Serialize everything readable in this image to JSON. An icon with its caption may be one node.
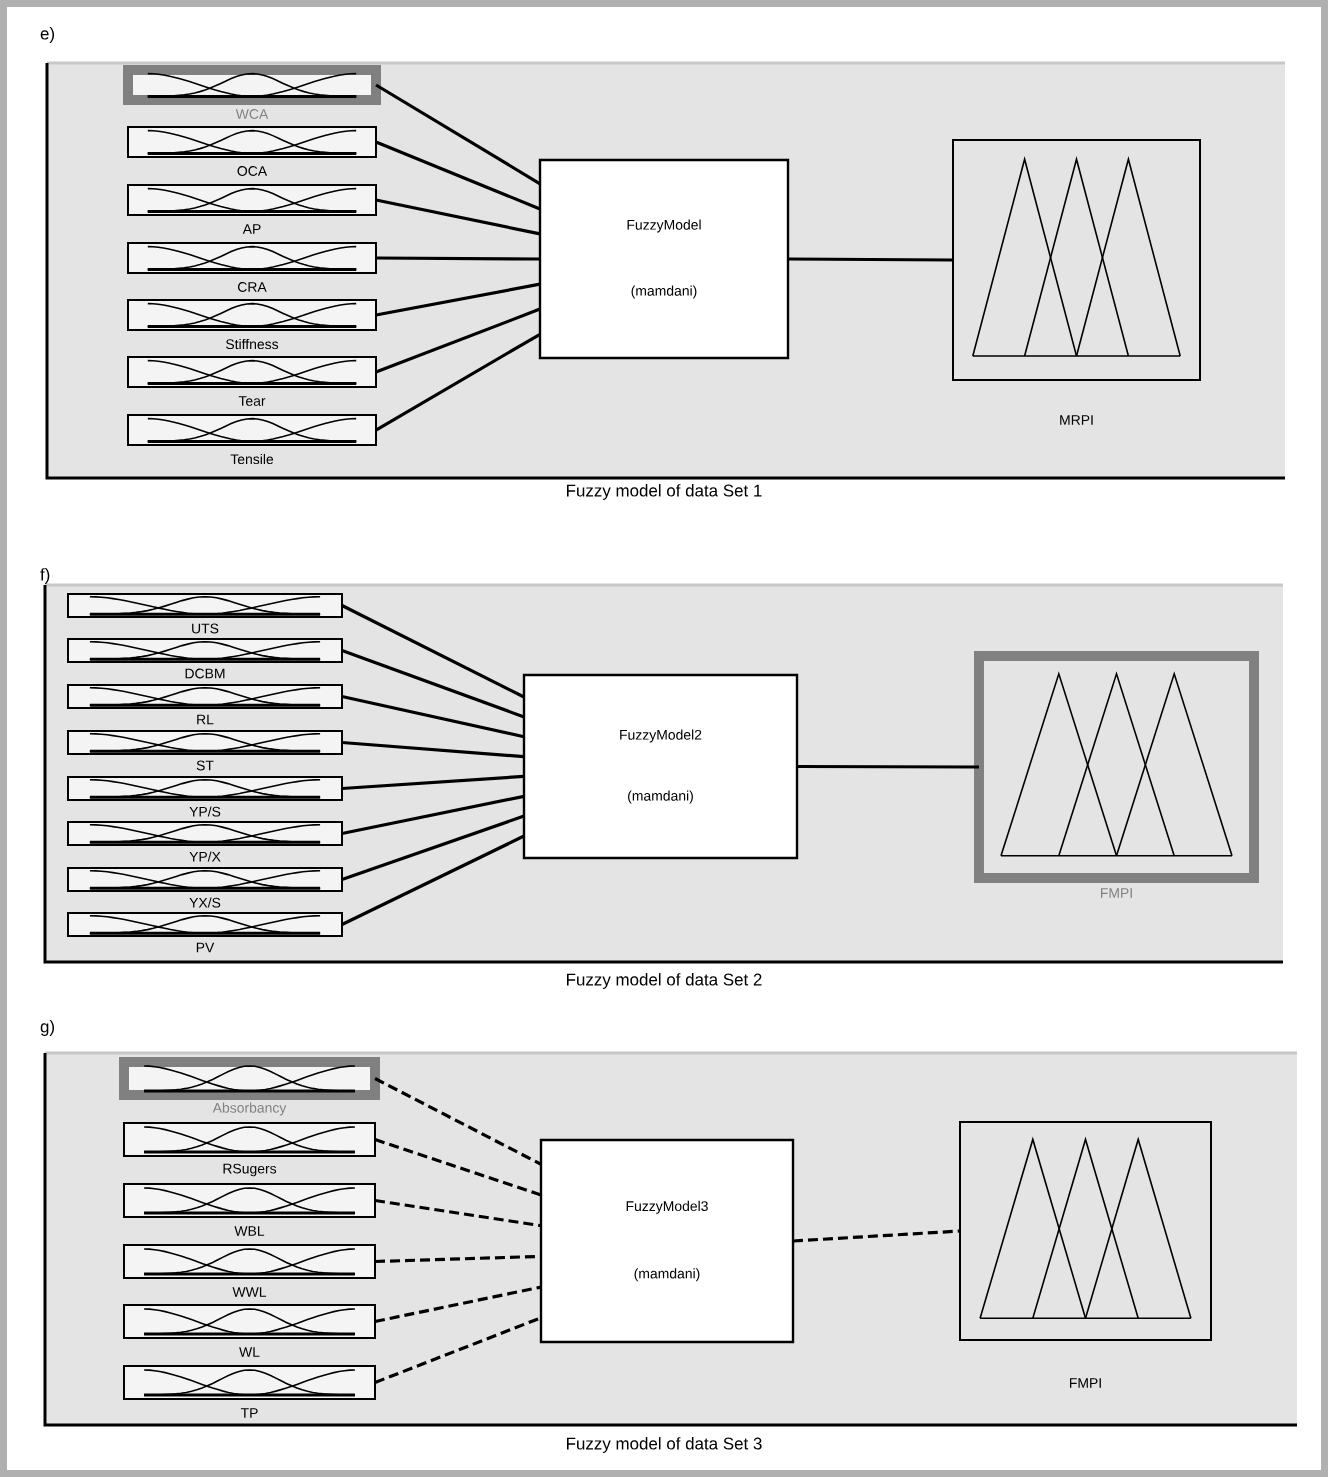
{
  "diagram": {
    "nodes": [
      {
        "text": [
          "e)",
          "Fuzzy model of data Set 1"
        ]
      },
      {
        "text": [
          "WCA"
        ],
        "in": 0
      },
      {
        "text": [
          "OCA"
        ],
        "in": 0
      },
      {
        "text": [
          "AP"
        ],
        "in": 0
      },
      {
        "text": [
          "CRA"
        ],
        "in": 0
      },
      {
        "text": [
          "Stiffness"
        ],
        "in": 0
      },
      {
        "text": [
          "Tear"
        ],
        "in": 0
      },
      {
        "text": [
          "Tensile"
        ],
        "in": 0
      },
      {
        "text": [
          "FuzzyModel",
          "(mamdani)"
        ],
        "in": 0
      },
      {
        "text": [
          "MRPI"
        ],
        "in": 0
      },
      {
        "text": [
          "f)",
          "Fuzzy model of data Set 2"
        ]
      },
      {
        "text": [
          "UTS"
        ],
        "in": 10
      },
      {
        "text": [
          "DCBM"
        ],
        "in": 10
      },
      {
        "text": [
          "RL"
        ],
        "in": 10
      },
      {
        "text": [
          "ST"
        ],
        "in": 10
      },
      {
        "text": [
          "YP/S"
        ],
        "in": 10
      },
      {
        "text": [
          "YP/X"
        ],
        "in": 10
      },
      {
        "text": [
          "YX/S"
        ],
        "in": 10
      },
      {
        "text": [
          "PV"
        ],
        "in": 10
      },
      {
        "text": [
          "FuzzyModel2",
          "(mamdani)"
        ],
        "in": 10
      },
      {
        "text": [
          "FMPI"
        ],
        "in": 10
      },
      {
        "text": [
          "g)",
          "Fuzzy model of data Set 3"
        ]
      },
      {
        "text": [
          "Absorbancy"
        ],
        "in": 21
      },
      {
        "text": [
          "RSugers"
        ],
        "in": 21
      },
      {
        "text": [
          "WBL"
        ],
        "in": 21
      },
      {
        "text": [
          "WWL"
        ],
        "in": 21
      },
      {
        "text": [
          "WL"
        ],
        "in": 21
      },
      {
        "text": [
          "TP"
        ],
        "in": 21
      },
      {
        "text": [
          "FuzzyModel3",
          "(mamdani)"
        ],
        "in": 21
      },
      {
        "text": [
          "FMPI"
        ],
        "in": 21
      }
    ],
    "edges": [
      {
        "from": 1,
        "to": 8,
        "arrow": "none"
      },
      {
        "from": 2,
        "to": 8,
        "arrow": "none"
      },
      {
        "from": 3,
        "to": 8,
        "arrow": "none"
      },
      {
        "from": 4,
        "to": 8,
        "arrow": "none"
      },
      {
        "from": 5,
        "to": 8,
        "arrow": "none"
      },
      {
        "from": 6,
        "to": 8,
        "arrow": "none"
      },
      {
        "from": 7,
        "to": 8,
        "arrow": "none"
      },
      {
        "from": 8,
        "to": 9,
        "arrow": "none"
      },
      {
        "from": 11,
        "to": 19,
        "arrow": "none"
      },
      {
        "from": 12,
        "to": 19,
        "arrow": "none"
      },
      {
        "from": 13,
        "to": 19,
        "arrow": "none"
      },
      {
        "from": 14,
        "to": 19,
        "arrow": "none"
      },
      {
        "from": 15,
        "to": 19,
        "arrow": "none"
      },
      {
        "from": 16,
        "to": 19,
        "arrow": "none"
      },
      {
        "from": 17,
        "to": 19,
        "arrow": "none"
      },
      {
        "from": 18,
        "to": 19,
        "arrow": "none"
      },
      {
        "from": 19,
        "to": 20,
        "arrow": "none"
      },
      {
        "from": 22,
        "to": 28,
        "arrow": "none",
        "style": "dashed"
      },
      {
        "from": 23,
        "to": 28,
        "arrow": "none",
        "style": "dashed"
      },
      {
        "from": 24,
        "to": 28,
        "arrow": "none",
        "style": "dashed"
      },
      {
        "from": 25,
        "to": 28,
        "arrow": "none",
        "style": "dashed"
      },
      {
        "from": 26,
        "to": 28,
        "arrow": "none",
        "style": "dashed"
      },
      {
        "from": 27,
        "to": 28,
        "arrow": "none",
        "style": "dashed"
      },
      {
        "from": 28,
        "to": 29,
        "arrow": "none",
        "style": "dashed"
      }
    ]
  }
}
